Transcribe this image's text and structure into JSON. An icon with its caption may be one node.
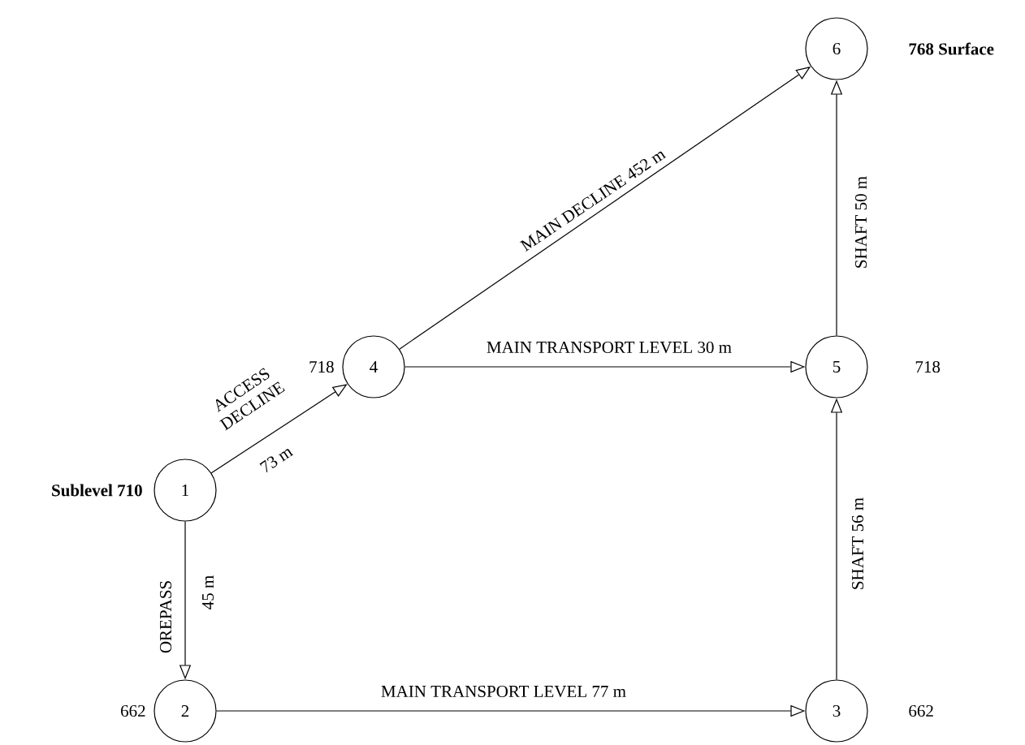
{
  "diagram": {
    "nodes": [
      {
        "text": [
          "6"
        ],
        "beside": [
          "**768  Surface**"
        ]
      },
      {
        "text": [
          "4"
        ],
        "beside": [
          "718"
        ]
      },
      {
        "text": [
          "5"
        ],
        "beside": [
          "718"
        ]
      },
      {
        "text": [
          "1"
        ],
        "beside": [
          "**Sublevel 710**"
        ]
      },
      {
        "text": [
          "2"
        ],
        "beside": [
          "662"
        ]
      },
      {
        "text": [
          "3"
        ],
        "beside": [
          "662"
        ]
      }
    ],
    "edges": [
      {
        "from": 3,
        "to": 1,
        "arrow": "to",
        "label": "ACCESS DECLINE"
      },
      {
        "from": 3,
        "to": 4,
        "arrow": "to",
        "label": "OREPASS"
      },
      {
        "from": 1,
        "to": 0,
        "arrow": "to",
        "label": "MAIN DECLINE  452 m"
      },
      {
        "from": 1,
        "to": 2,
        "arrow": "to",
        "label": "MAIN TRANSPORT LEVEL 30 m"
      },
      {
        "from": 2,
        "to": 0,
        "arrow": "to",
        "label": "SHAFT  50 m"
      },
      {
        "from": 4,
        "to": 5,
        "arrow": "to",
        "label": "MAIN TRANSPORT LEVEL 77 m"
      },
      {
        "from": 5,
        "to": 2,
        "arrow": "to",
        "label": "SHAFT  56 m"
      }
    ],
    "labels": [
      "73 m",
      "45 m"
    ]
  }
}
